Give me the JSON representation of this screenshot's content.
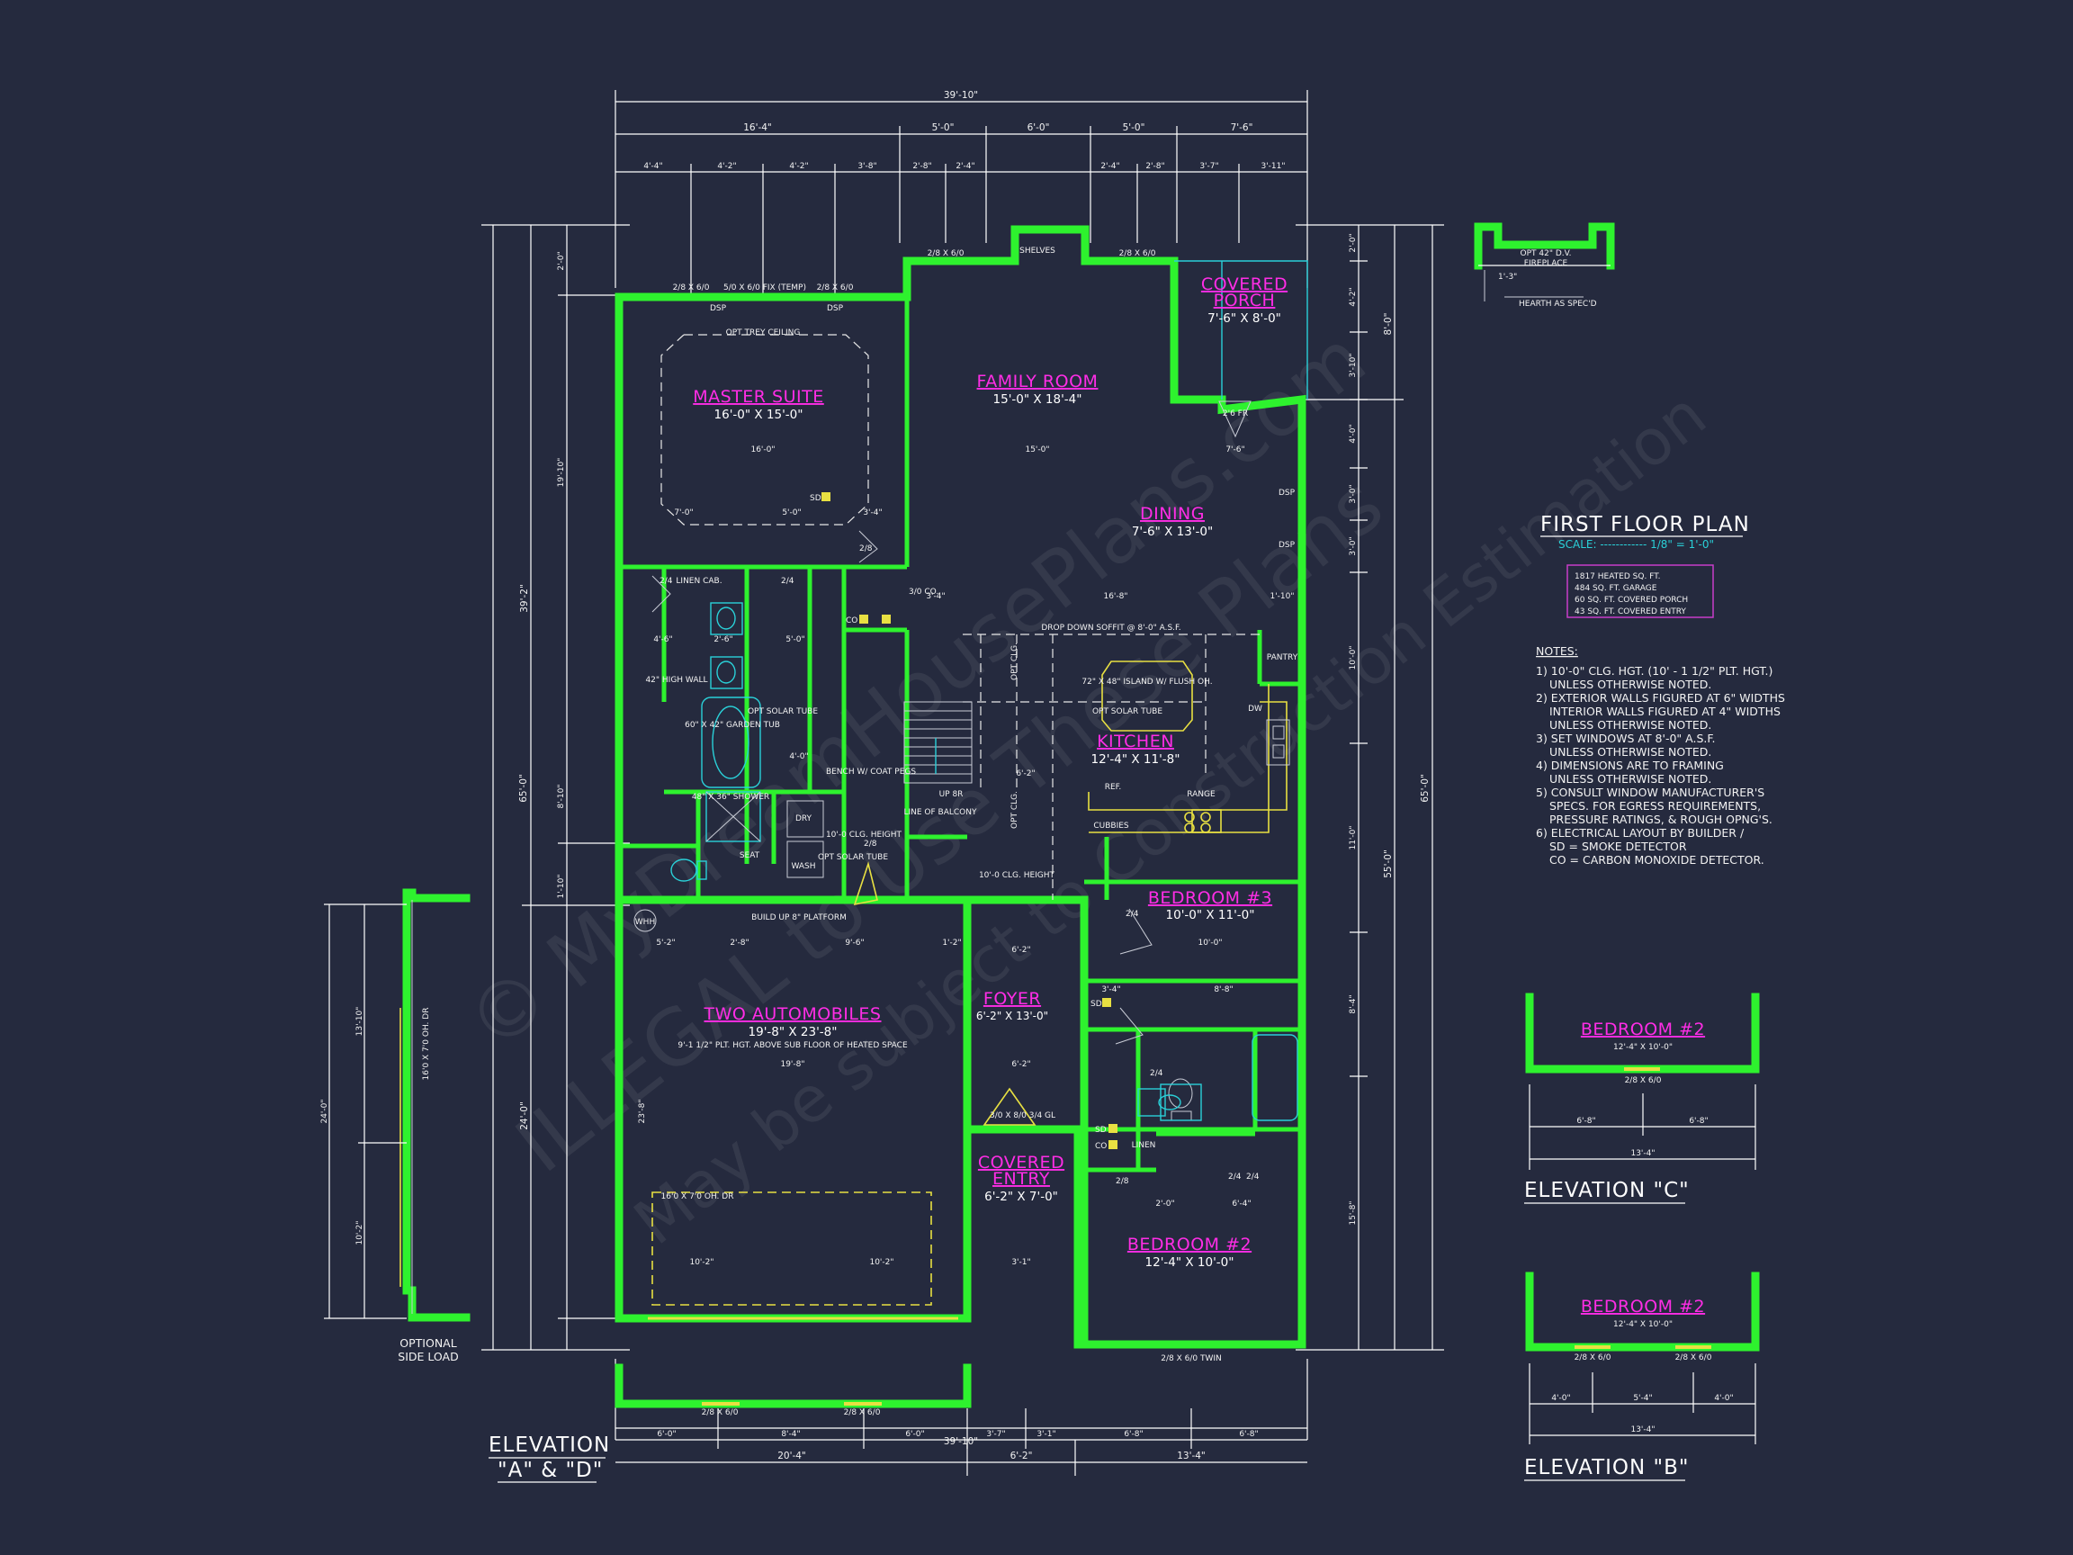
{
  "title": "FIRST FLOOR PLAN",
  "scale": "SCALE: ------------ 1/8\" = 1'-0\"",
  "area_summary": [
    "1817 HEATED SQ. FT.",
    "484 SQ. FT. GARAGE",
    "60 SQ. FT. COVERED PORCH",
    "43 SQ. FT. COVERED ENTRY"
  ],
  "notes_title": "NOTES:",
  "notes": [
    "1) 10'-0\" CLG. HGT. (10' - 1 1/2\" PLT. HGT.)",
    "UNLESS OTHERWISE NOTED.",
    "2) EXTERIOR WALLS FIGURED AT 6\" WIDTHS",
    "INTERIOR WALLS FIGURED AT 4\" WIDTHS",
    "UNLESS OTHERWISE NOTED.",
    "3) SET WINDOWS AT 8'-0\" A.S.F.",
    "UNLESS OTHERWISE NOTED.",
    "4) DIMENSIONS ARE TO FRAMING",
    "UNLESS OTHERWISE NOTED.",
    "5) CONSULT WINDOW MANUFACTURER'S",
    "SPECS. FOR EGRESS REQUIREMENTS,",
    "PRESSURE RATINGS, & ROUGH OPNG'S.",
    "6) ELECTRICAL LAYOUT BY BUILDER /",
    "SD = SMOKE DETECTOR",
    "CO = CARBON MONOXIDE DETECTOR."
  ],
  "rooms": {
    "master": {
      "name": "MASTER SUITE",
      "size": "16'-0\" X 15'-0\""
    },
    "family": {
      "name": "FAMILY ROOM",
      "size": "15'-0\" X 18'-4\""
    },
    "porch": {
      "name": "COVERED PORCH",
      "size": "7'-6\" X 8'-0\""
    },
    "dining": {
      "name": "DINING",
      "size": "7'-6\" X 13'-0\""
    },
    "kitchen": {
      "name": "KITCHEN",
      "size": "12'-4\" X 11'-8\""
    },
    "bed3": {
      "name": "BEDROOM #3",
      "size": "10'-0\" X 11'-0\""
    },
    "bed2": {
      "name": "BEDROOM #2",
      "size": "12'-4\" X 10'-0\""
    },
    "foyer": {
      "name": "FOYER",
      "size": "6'-2\" X 13'-0\""
    },
    "entry": {
      "name": "COVERED ENTRY",
      "size": "6'-2\" X 7'-0\""
    },
    "garage": {
      "name": "TWO AUTOMOBILES",
      "size": "19'-8\" X 23'-8\"",
      "note": "9'-1 1/2\" PLT. HGT. ABOVE SUB FLOOR OF HEATED SPACE"
    }
  },
  "labels": {
    "shelves": "SHELVES",
    "opt_trey": "OPT TREY CEILING",
    "linen_cab": "LINEN CAB.",
    "linen": "LINEN",
    "shower": "48\" X 36\" SHOWER",
    "seat": "SEAT",
    "garden_tub": "60\" X 42\" GARDEN TUB",
    "high_wall": "42\" HIGH WALL",
    "dry": "DRY",
    "wash": "WASH",
    "bench": "BENCH W/ COAT PEGS",
    "line_balcony": "LINE OF BALCONY",
    "up_br": "UP 8R",
    "island": "72\" X 48\" ISLAND W/ FLUSH OH.",
    "pantry": "PANTRY",
    "range": "RANGE",
    "ref": "REF.",
    "cubbies": "CUBBIES",
    "dw": "DW",
    "soffit": "DROP DOWN SOFFIT @ 8'-0\" A.S.F.",
    "solar": "OPT SOLAR TUBE",
    "platform": "BUILD UP 8\" PLATFORM",
    "garage_door": "16'0 X 7'0 OH. DR",
    "side_door": "16'0 X 7'0 OH. DR",
    "whh": "WHH",
    "fireplace": "OPT 42\" D.V. FIREPLACE",
    "hearth": "HEARTH AS SPEC'D",
    "hearth_dim": "1'-3\"",
    "elev_ad_1": "ELEVATION",
    "elev_ad_2": "\"A\" & \"D\"",
    "elev_c": "ELEVATION \"C\"",
    "elev_b": "ELEVATION \"B\"",
    "side_load_1": "OPTIONAL",
    "side_load_2": "SIDE LOAD",
    "bed2_small": "BEDROOM #2",
    "bed2_small_size": "12'-4\" X 10'-0\"",
    "opt_clg": "OPT CLG.",
    "clg_hgt": "10'-0 CLG. HEIGHT",
    "fp": "2'6 FR",
    "sd": "SD",
    "co": "CO"
  },
  "dims": {
    "top_total": "39'-10\"",
    "top_row2": [
      "16'-4\"",
      "5'-0\"",
      "6'-0\"",
      "5'-0\"",
      "7'-6\""
    ],
    "top_row3": [
      "4'-4\"",
      "4'-2\"",
      "4'-2\"",
      "3'-8\"",
      "2'-8\"",
      "2'-4\"",
      "2'-4\"",
      "2'-8\"",
      "3'-7\"",
      "3'-11\""
    ],
    "bottom_total": "39'-10\"",
    "bottom_row2": [
      "20'-4\"",
      "6'-2\"",
      "13'-4\""
    ],
    "bottom_row3": [
      "6'-0\"",
      "8'-4\"",
      "6'-0\"",
      "3'-7\"",
      "3'-1\"",
      "6'-8\"",
      "6'-8\""
    ],
    "left_total": "65'-0\"",
    "left_row2": [
      "39'-2\"",
      "24'-0\""
    ],
    "left_row3": [
      "2'-0\"",
      "19'-10\"",
      "8'-10\"",
      "1'-10\""
    ],
    "right_total": "65'-0\"",
    "right_row2": [
      "8'-0\"",
      "55'-0\""
    ],
    "right_row3": [
      "2'-0\"",
      "4'-2\"",
      "3'-10\"",
      "4'-0\"",
      "3'-0\"",
      "3'-0\"",
      "10'-0\"",
      "11'-0\"",
      "8'-4\"",
      "15'-8\""
    ],
    "side_load": [
      "24'-0\"",
      "13'-10\"",
      "10'-2\""
    ],
    "elev_c": [
      "6'-8\"",
      "6'-8\"",
      "13'-4\""
    ],
    "elev_b": [
      "4'-0\"",
      "5'-4\"",
      "4'-0\"",
      "13'-4\""
    ],
    "interior": [
      "16'-0\"",
      "15'-0\"",
      "7'-6\"",
      "7'-0\"",
      "5'-0\"",
      "3'-4\"",
      "16'-8\"",
      "3'-4\"",
      "1'-10\"",
      "6'-2\"",
      "10'-0\"",
      "8'-8\"",
      "3'-4\"",
      "6'-4\"",
      "2'-0\"",
      "19'-8\"",
      "5'-2\"",
      "2'-8\"",
      "9'-6\"",
      "1'-2\"",
      "10'-2\"",
      "4'-6\"",
      "2'-6\"",
      "5'-0\"",
      "4'-0\"",
      "23'-8\""
    ]
  },
  "windows": {
    "w1": "2/8 X 6/0",
    "w2": "5/0 X 6/0 FIX (TEMP)",
    "w3": "2/8 X 6/0 TWIN",
    "w4": "2/8 X 6/0",
    "w_dsp": "DSP",
    "door_24": "2/4",
    "door_28": "2/8",
    "door_30": "3/0 CO.",
    "door_36": "3/0 X 8/0 3/4 GL",
    "door_twin": "2/8 X 6/0 TWIN"
  },
  "watermark": [
    "© MyDreamHousePlans.com",
    "ILLEGAL to Use These Plans",
    "May be subject to Construction Estimation"
  ],
  "colors": {
    "background": "#252a3e",
    "walls": "#2ef22e",
    "room_names": "#ff2de6",
    "scale": "#2ad0d8",
    "fixtures": "#e8e042"
  }
}
